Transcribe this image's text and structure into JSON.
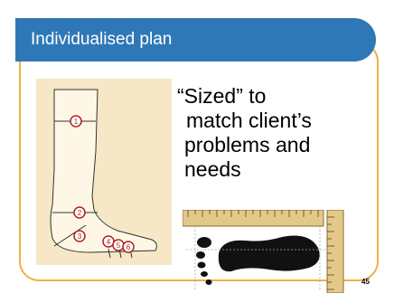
{
  "slide": {
    "title": "Individualised plan",
    "body_lines": [
      "“Sized” to",
      "match client’s",
      "problems and",
      "needs"
    ],
    "page_number": "45"
  },
  "leg_diagram": {
    "measure_points": [
      "1",
      "2",
      "3",
      "4",
      "5",
      "6"
    ]
  },
  "colors": {
    "title_bar": "#2f78b8",
    "frame_border": "#f0b040",
    "leg_fill": "#f6e7c6",
    "marker": "#b12020"
  },
  "icons": [
    "leg-measurement-diagram",
    "foot-sizing-ruler"
  ]
}
